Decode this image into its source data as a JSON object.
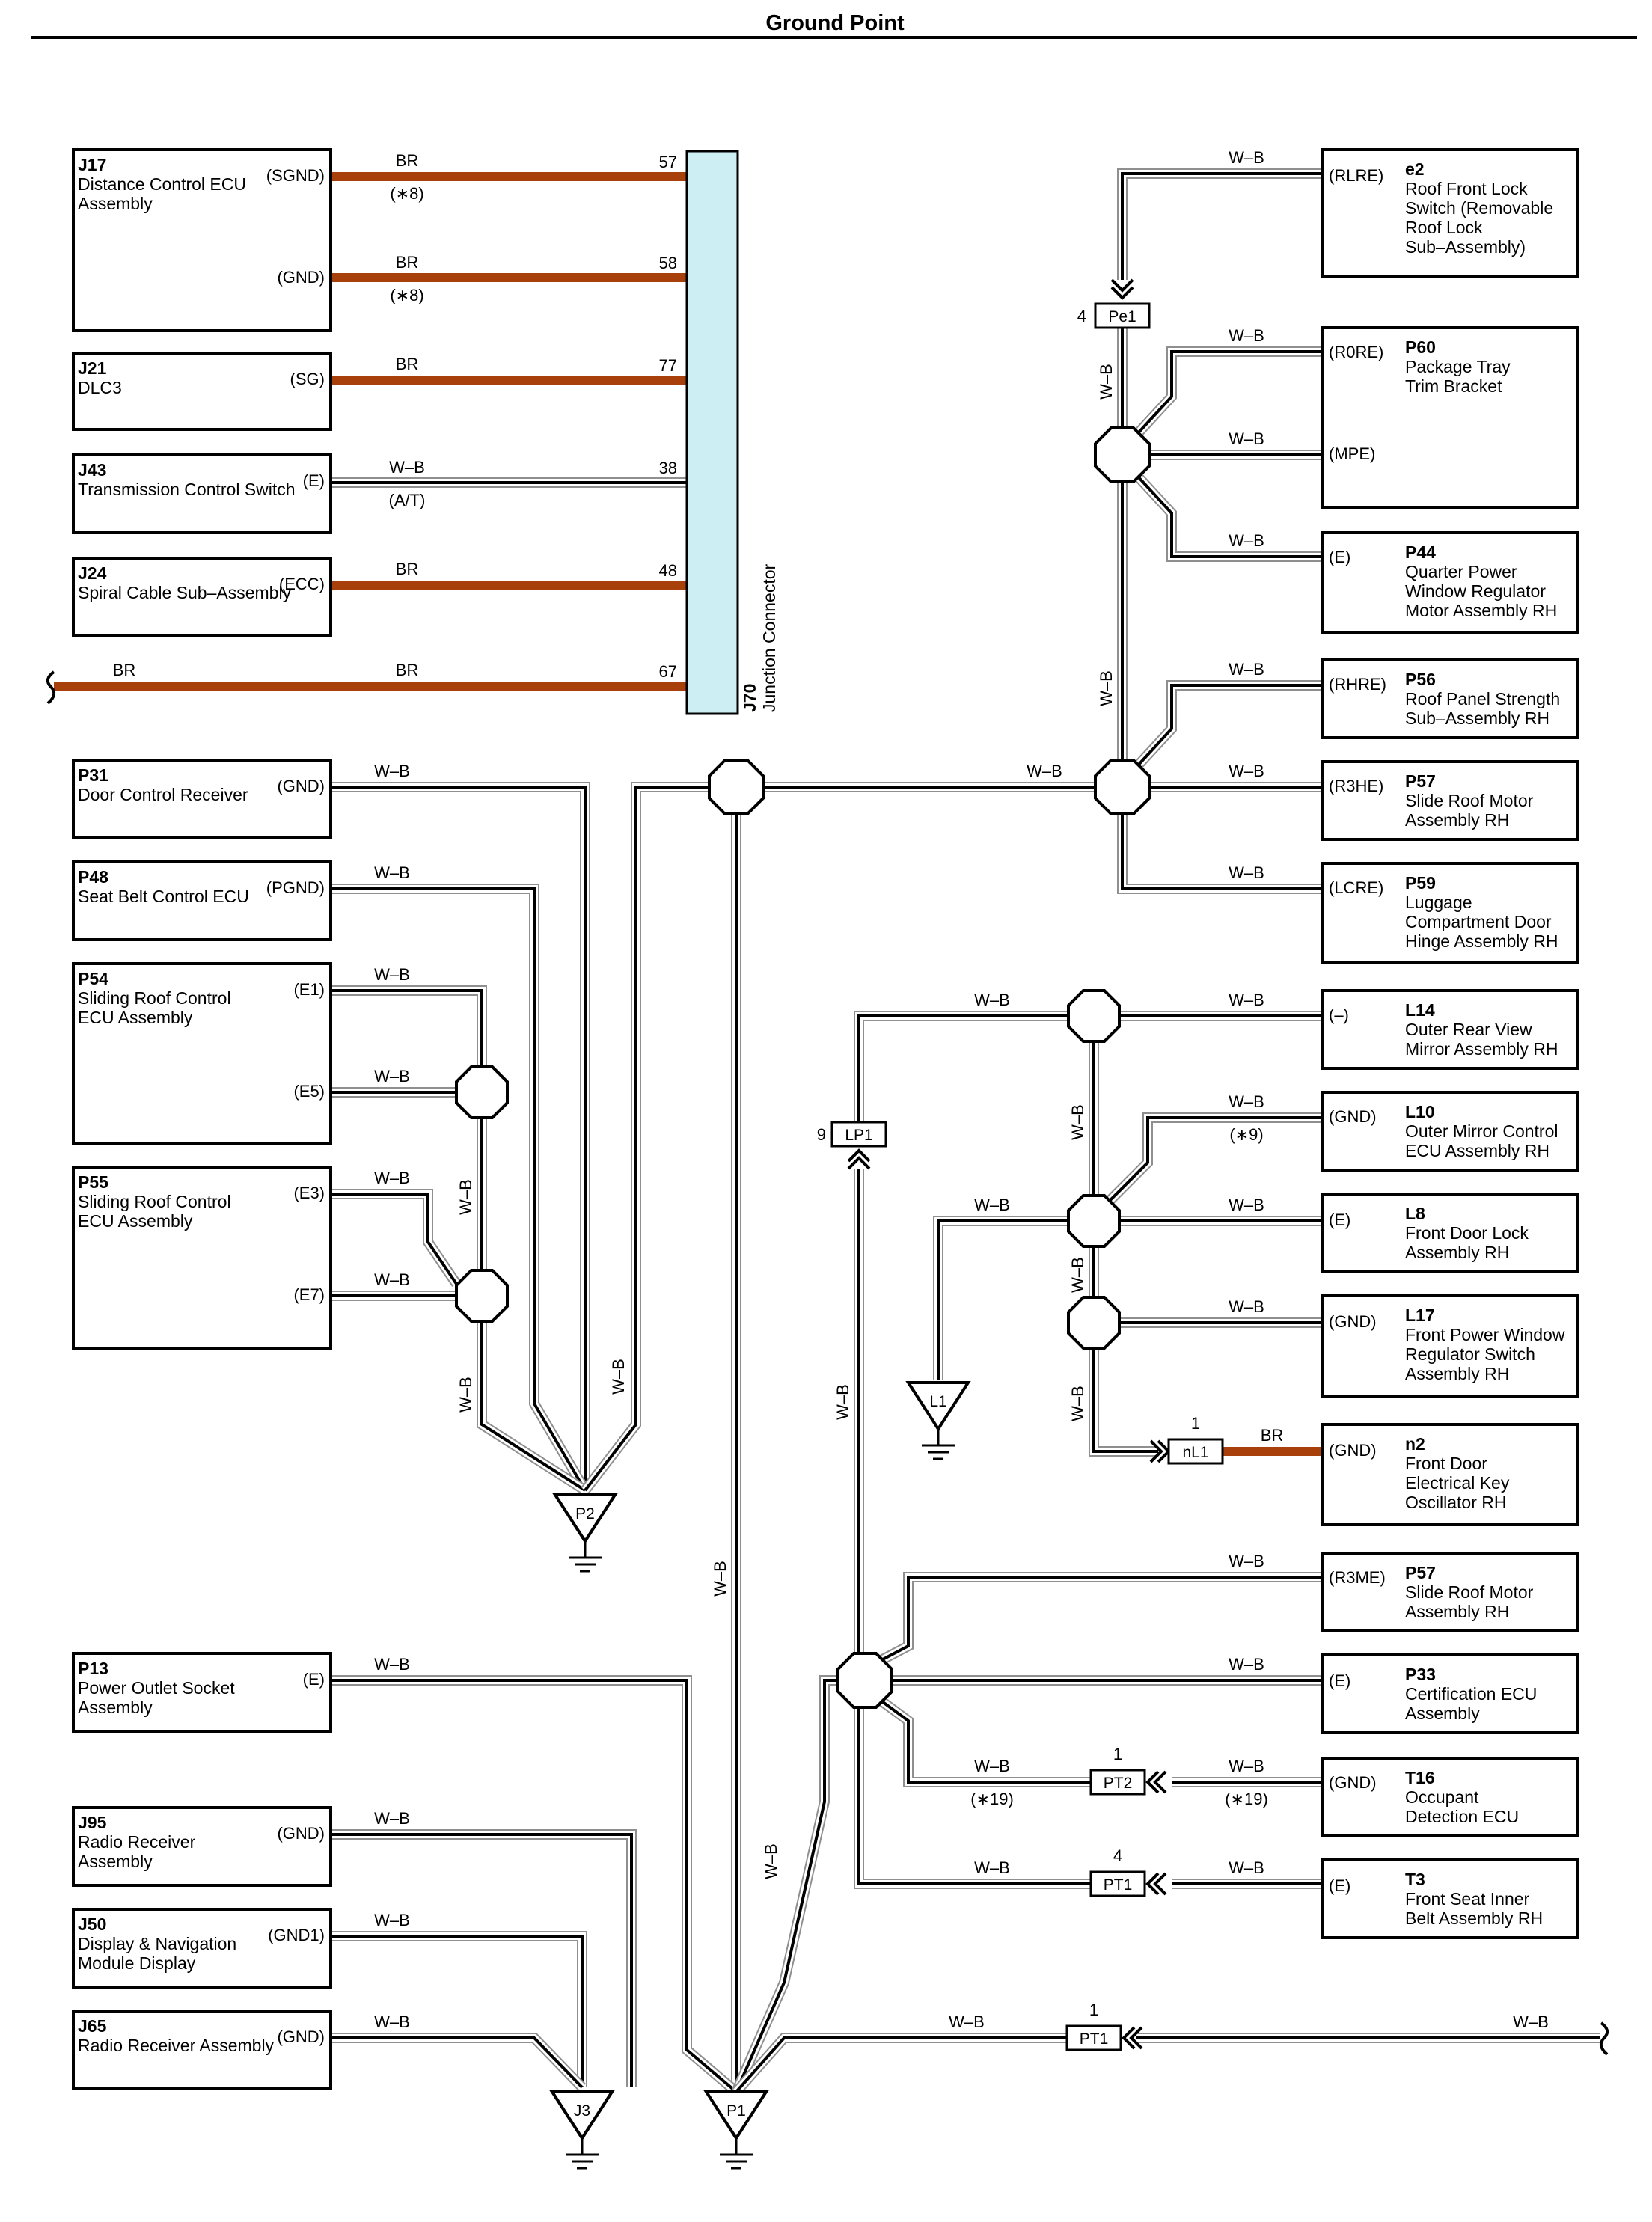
{
  "page": {
    "title": "Ground Point"
  },
  "colors": {
    "br_wire": "#a8400c",
    "wb_wire": "#000000",
    "junction_connector_fill": "#cdeef2"
  },
  "junction_connector": {
    "code": "J70",
    "name": "Junction Connector"
  },
  "components": {
    "J17": {
      "code": "J17",
      "name": [
        "Distance Control ECU",
        "Assembly"
      ],
      "pins": [
        "(SGND)",
        "(GND)"
      ]
    },
    "J21": {
      "code": "J21",
      "name": [
        "DLC3"
      ],
      "pins": [
        "(SG)"
      ]
    },
    "J43": {
      "code": "J43",
      "name": [
        "Transmission Control Switch"
      ],
      "pins": [
        "(E)"
      ]
    },
    "J24": {
      "code": "J24",
      "name": [
        "Spiral Cable Sub–Assembly"
      ],
      "pins": [
        "(ECC)"
      ]
    },
    "P31": {
      "code": "P31",
      "name": [
        "Door Control Receiver"
      ],
      "pins": [
        "(GND)"
      ]
    },
    "P48": {
      "code": "P48",
      "name": [
        "Seat Belt Control ECU"
      ],
      "pins": [
        "(PGND)"
      ]
    },
    "P54": {
      "code": "P54",
      "name": [
        "Sliding Roof Control",
        "ECU Assembly"
      ],
      "pins": [
        "(E1)",
        "(E5)"
      ]
    },
    "P55": {
      "code": "P55",
      "name": [
        "Sliding Roof Control",
        "ECU Assembly"
      ],
      "pins": [
        "(E3)",
        "(E7)"
      ]
    },
    "P13": {
      "code": "P13",
      "name": [
        "Power Outlet Socket",
        "Assembly"
      ],
      "pins": [
        "(E)"
      ]
    },
    "J95": {
      "code": "J95",
      "name": [
        "Radio Receiver",
        "Assembly"
      ],
      "pins": [
        "(GND)"
      ]
    },
    "J50": {
      "code": "J50",
      "name": [
        "Display & Navigation",
        "Module Display"
      ],
      "pins": [
        "(GND1)"
      ]
    },
    "J65": {
      "code": "J65",
      "name": [
        "Radio Receiver Assembly"
      ],
      "pins": [
        "(GND)"
      ]
    },
    "e2": {
      "code": "e2",
      "name": [
        "Roof Front Lock",
        "Switch (Removable",
        "Roof Lock",
        "Sub–Assembly)"
      ],
      "pins": [
        "(RLRE)"
      ]
    },
    "P60": {
      "code": "P60",
      "name": [
        "Package Tray",
        "Trim Bracket"
      ],
      "pins": [
        "(R0RE)",
        "(MPE)"
      ]
    },
    "P44": {
      "code": "P44",
      "name": [
        "Quarter Power",
        "Window Regulator",
        "Motor Assembly RH"
      ],
      "pins": [
        "(E)"
      ]
    },
    "P56": {
      "code": "P56",
      "name": [
        "Roof Panel Strength",
        "Sub–Assembly RH"
      ],
      "pins": [
        "(RHRE)"
      ]
    },
    "P57a": {
      "code": "P57",
      "name": [
        "Slide Roof Motor",
        "Assembly RH"
      ],
      "pins": [
        "(R3HE)"
      ]
    },
    "P59": {
      "code": "P59",
      "name": [
        "Luggage",
        "Compartment Door",
        "Hinge Assembly RH"
      ],
      "pins": [
        "(LCRE)"
      ]
    },
    "L14": {
      "code": "L14",
      "name": [
        "Outer Rear View",
        "Mirror Assembly RH"
      ],
      "pins": [
        "(–)"
      ]
    },
    "L10": {
      "code": "L10",
      "name": [
        "Outer Mirror Control",
        "ECU Assembly RH"
      ],
      "pins": [
        "(GND)"
      ]
    },
    "L8": {
      "code": "L8",
      "name": [
        "Front Door Lock",
        "Assembly RH"
      ],
      "pins": [
        "(E)"
      ]
    },
    "L17": {
      "code": "L17",
      "name": [
        "Front Power Window",
        "Regulator Switch",
        "Assembly RH"
      ],
      "pins": [
        "(GND)"
      ]
    },
    "n2": {
      "code": "n2",
      "name": [
        "Front Door",
        "Electrical Key",
        "Oscillator RH"
      ],
      "pins": [
        "(GND)"
      ]
    },
    "P57b": {
      "code": "P57",
      "name": [
        "Slide Roof Motor",
        "Assembly RH"
      ],
      "pins": [
        "(R3ME)"
      ]
    },
    "P33": {
      "code": "P33",
      "name": [
        "Certification ECU",
        "Assembly"
      ],
      "pins": [
        "(E)"
      ]
    },
    "T16": {
      "code": "T16",
      "name": [
        "Occupant",
        "Detection ECU"
      ],
      "pins": [
        "(GND)"
      ]
    },
    "T3": {
      "code": "T3",
      "name": [
        "Front Seat Inner",
        "Belt Assembly RH"
      ],
      "pins": [
        "(E)"
      ]
    }
  },
  "wire_labels": {
    "br": "BR",
    "wb": "W–B"
  },
  "notes": {
    "n8": "(∗8)",
    "n9": "(∗9)",
    "n19": "(∗19)",
    "at": "(A/T)"
  },
  "jc_pins": [
    "57",
    "58",
    "77",
    "38",
    "48",
    "67"
  ],
  "inline_connectors": {
    "Pe1": {
      "code": "Pe1",
      "pin": "4"
    },
    "LP1": {
      "code": "LP1",
      "pin": "9"
    },
    "nL1": {
      "code": "nL1",
      "pin": "1"
    },
    "PT2": {
      "code": "PT2",
      "pin": "1"
    },
    "PT1a": {
      "code": "PT1",
      "pin": "4"
    },
    "PT1b": {
      "code": "PT1",
      "pin": "1"
    }
  },
  "grounds": {
    "P2": "P2",
    "J3": "J3",
    "P1": "P1",
    "L1": "L1"
  }
}
